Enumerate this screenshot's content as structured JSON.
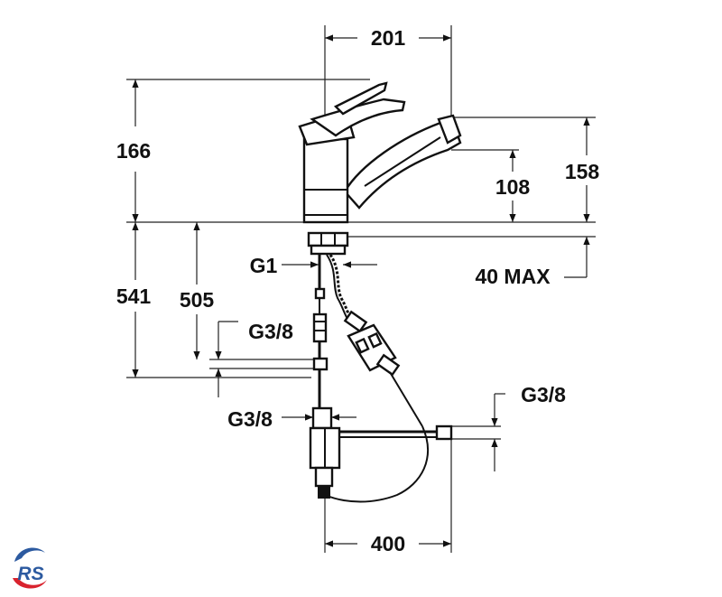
{
  "dimensions": {
    "spout_reach": "201",
    "lever_height": "166",
    "outlet_height": "108",
    "spout_height": "158",
    "inlet_thread": "G1",
    "deck_thickness": "40 MAX",
    "total_length": "541",
    "hose_length": "505",
    "upper_connection": "G3/8",
    "lower_connection": "G3/8",
    "right_connection": "G3/8",
    "pullout_length": "400"
  },
  "colors": {
    "line": "#111111",
    "logo_red": "#d9232e",
    "logo_blue": "#2c5aa0"
  },
  "logo": {
    "icon": "brand-logo-icon",
    "text": "RS"
  }
}
